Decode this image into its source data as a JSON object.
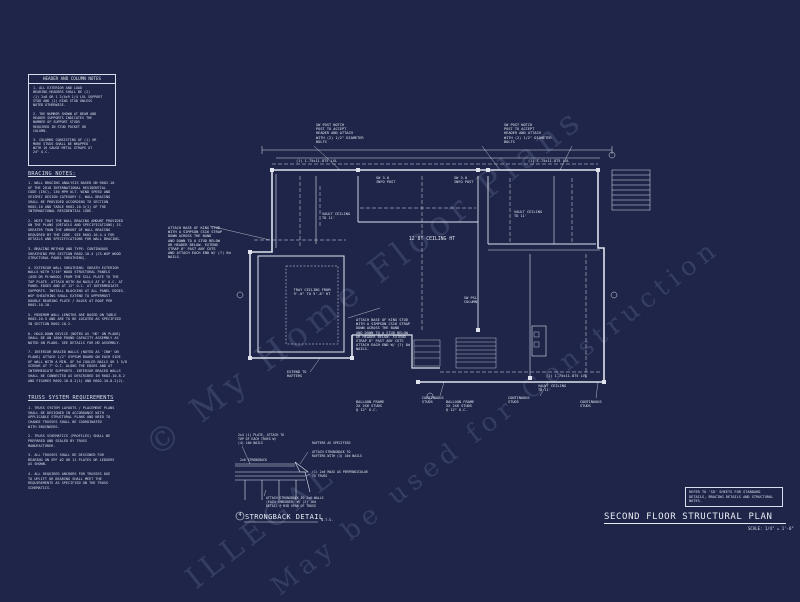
{
  "header_column_notes": {
    "title": "HEADER AND COLUMN NOTES",
    "body": "1. ALL EXTERIOR AND LOAD\nBEARING HEADERS SHALL BE (2)\n(1) 2x8 OR 1 3/4x9 1/4 LVL SUPPORT\nSTUD AND (1) KING STUD UNLESS\nNOTED OTHERWISE.\n\n2. THE NUMBER SHOWN AT BEAM AND\nHEADER SUPPORTS INDICATES THE\nNUMBER OF SUPPORT STUDS\nREQUIRED IN STUD POCKET OR\nCOLUMN.\n\n3. COLUMNS CONSISTING OF (1) OR\nMORE STUDS SHALL BE WRAPPED\nWITH 16 GAUGE METAL STRAPS AT\n24\" O.C."
  },
  "bracing_notes": {
    "title": "BRACING NOTES:",
    "body": "1. WALL BRACING ANALYSIS BASED ON R602.10\nOF THE 2018 INTERNATIONAL RESIDENTIAL\nCODE (IRC), 130 MPH ULT. WIND SPEED AND\nSEISMIC DESIGN CATEGORY C. WALL BRACING\nSHALL BE PROVIDED ACCORDING TO SECTION\nR602.10 AND TABLE R602.10.3(1) OF THE\nINTERNATIONAL RESIDENTIAL CODE.\n\n2. NOTE THAT THE WALL BRACING AMOUNT PROVIDED\nON THE PLANS (DETAILS AND SPECIFICATIONS) IS\nGREATER THAN THE AMOUNT OF WALL BRACING\nREQUIRED BY THE CODE. SEE R602.10.4.4 FOR\nDETAILS AND SPECIFICATIONS FOR WALL BRACING.\n\n3. BRACING METHOD AND TYPE: CONTINUOUS\nSHEATHING PER SECTION R602.10.4 (CS-WSP WOOD\nSTRUCTURAL PANEL SHEATHING).\n\n4. EXTERIOR WALL SHEATHING: SHEATH EXTERIOR\nWALLS WITH 7/16\" WOOD STRUCTURAL PANELS\n(OSB OR PLYWOOD) FROM THE SILL PLATE TO THE\nTOP PLATE. ATTACH WITH 8d NAILS AT 6\" O.C. AT\nPANEL EDGES AND AT 12\" O.C. AT INTERMEDIATE\nSUPPORTS. INSTALL BLOCKING AT ALL PANEL EDGES.\nWSP SHEATHING SHALL EXTEND TO UPPERMOST\nDOUBLE BEARING PLATE / BLOCK AT ROOF PER\nR602.10.10.\n\n5. MINIMUM WALL LENGTHS ARE BASED ON TABLE\nR602.10.5 AND ARE TO BE LOCATED AS SPECIFIED\nIN SECTION R602.10.2.\n\n6. HOLD-DOWN DEVICE (NOTED AS 'HD' ON PLANS)\nSHALL BE AN 1800 POUND CAPACITY ASSEMBLY AS\nNOTED ON PLANS. SEE DETAILS FOR HD ASSEMBLY.\n\n7. INTERIOR BRACED WALLS (NOTED AS 'IBW' ON\nPLANS) ATTACH 1/2\" GYPSUM BOARD ON EACH SIDE\nOF WALL WITH A MIN. OF 5d COOLER NAILS OR 1 5/8\nSCREWS AT 7\" O.C. ALONG THE EDGES AND AT\nINTERMEDIATE SUPPORTS. INTERIOR BRACED WALLS\nSHALL BE CONNECTED AS DESCRIBED IN R602.10.8.2\nAND FIGURES R602.10.8.2(1) AND R602.10.8.2(2)."
  },
  "truss_notes": {
    "title": "TRUSS SYSTEM REQUIREMENTS",
    "body": "1. TRUSS SYSTEM LAYOUTS / PLACEMENT PLANS\nSHALL BE DESIGNED IN ACCORDANCE WITH\nAPPLICABLE STRUCTURAL PLANS AND NEED TO\nCHANGE TRUSSES SHALL BE COORDINATED\nWITH ENGINEERS.\n\n2. TRUSS SCHEMATICS (PROFILES) SHALL BE\nPREPARED AND SEALED BY TRUSS\nMANUFACTURER.\n\n3. ALL TRUSSES SHALL BE DESIGNED FOR\nBEARING ON SPF #2 OR 11 PLATES OR LEDGERS\nAS SHOWN.\n\n4. ALL REQUIRED ANCHORS FOR TRUSSES DUE\nTO UPLIFT OR BEARING SHALL MEET THE\nREQUIREMENTS AS SPECIFIED ON THE TRUSS\nSCHEMATICS."
  },
  "plan_labels": {
    "ceiling_main": "12'8\" CEILING HT",
    "ceiling_vault_left": "VAULT CEILING\nTO 11'",
    "ceiling_vault_right": "VAULT CEILING\nTO 11'",
    "ceiling_vault_br": "VAULT CEILING\nTO 11'",
    "tray": "TRAY CEILING FROM\n9'-0\" TO 9'-8\" HT",
    "sw_left": "SW POST NOTCH\nPOST TO ACCEPT\nHEADER AND ATTACH\nWITH (2) 1/2\" DIAMETER\nBOLTS",
    "sw_right": "SW POST NOTCH\nPOST TO ACCEPT\nHEADER AND ATTACH\nWITH (2) 1/2\" DIAMETER\nBOLTS",
    "attach_base_top": "ATTACH BASE OF KING STUD\nWITH A SIMPSON CS16 STRAP\nDOWN ACROSS THE BAND\nAND DOWN TO A STUD BELOW\nOR HEADER BELOW. EXTEND\nSTRAP 8\" PAST ANY CUTS\nAND ATTACH EACH END W/ (7) 8d\nNAILS.",
    "attach_base_bottom": "ATTACH BASE OF KING STUD\nWITH A SIMPSON CS16 STRAP\nDOWN ACROSS THE BAND\nAND DOWN TO A STUD BELOW\nOR HEADER BELOW. EXTEND\nSTRAP 8\" PAST ANY CUTS\nATTACH EACH END W/ (7) 8d\nNAILS.",
    "balloon_left": "BALLOON FRAME\n2X 2X6 STUDS\n@ 12\" O.C.",
    "balloon_right": "BALLOON FRAME\n2X 2X6 STUDS\n@ 12\" O.C.",
    "continuous_left": "CONTINUOUS\nSTUDS",
    "continuous_mid": "CONTINUOUS\nSTUDS",
    "continuous_right": "CONTINUOUS\nSTUDS",
    "extend_to_rafters": "EXTEND TO\nRAFTERS",
    "tbl_left": "(1) 1.75x11.875 LVL",
    "tbl_right": "(1) 1.75x11.875 LVL",
    "tbl_bottom": "(1) 1.75x11.875 LVL",
    "sw_col": "SW PSL\nCOLUMN",
    "info_post_left": "SW 3.0\nINFO POST",
    "info_post_right": "SW 3.0\nINFO POST"
  },
  "strongback": {
    "label_plate": "2x4 (1) PLATE, ATTACH TO\nTOP OF EACH TRUSS W/\n(4) 16d NAILS",
    "label_rafters": "RAFTERS AS SPECIFIED",
    "label_ceiling": "ATTACH STRONGBACK TO\nRAFTERS WITH (3) 16d NAILS",
    "label_2x6": "2x6 STRONGBACK",
    "label_collar": "(1) 2x6 MAXX AS PERPENDICULAR\nTO TRUSS",
    "label_notes": "ATTACH STRONGBACK TO 2x6 WALLS\n(EACH EMBEDDED) W/ (2) 16d\nDETAIL @ MID SPAN OF TRUSS",
    "marker": "4",
    "title": "STRONGBACK DETAIL",
    "scale": "N.T.S."
  },
  "ref_box": "REFER TO 'SD' SHEETS FOR\nSTANDARD DETAILS, BRACING\nDETAILS AND STRUCTURAL NOTES.",
  "sheet_title": "SECOND FLOOR STRUCTURAL PLAN",
  "scale": "SCALE: 1/4\" = 1'-0\"",
  "watermarks": [
    "© My Home Floor Plans",
    "ILLEGAL",
    "May be used for Construction"
  ],
  "colors": {
    "background": "#1e2548",
    "linework": "#dfe3ee",
    "watermark": "#8c96be"
  }
}
